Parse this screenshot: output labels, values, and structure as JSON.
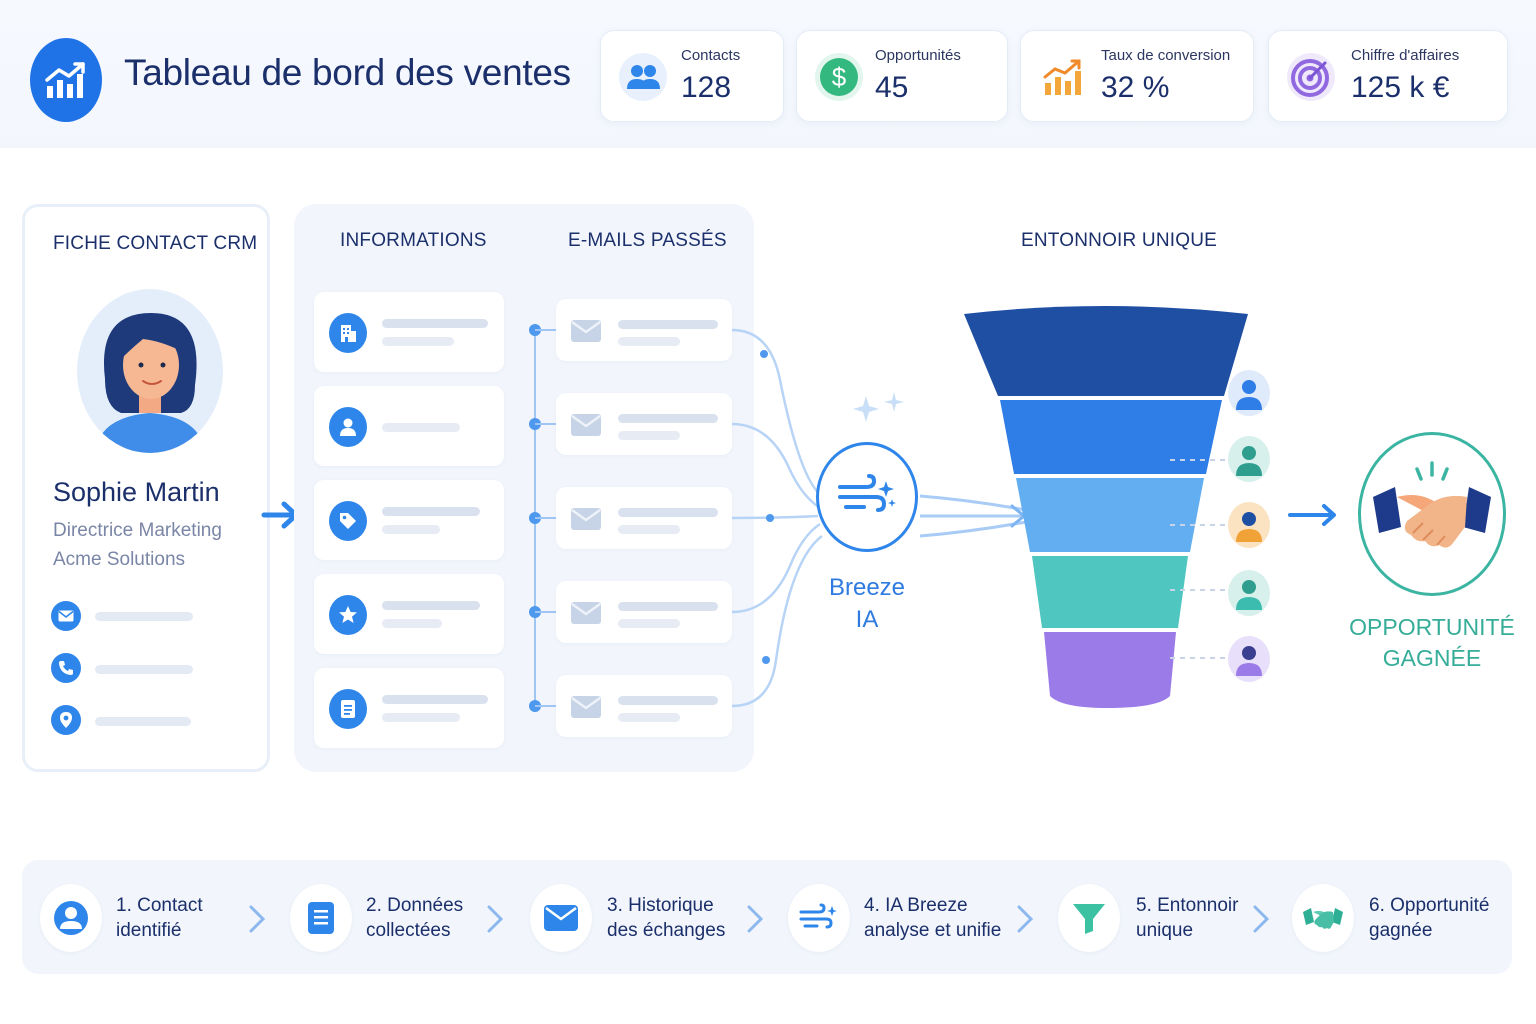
{
  "header": {
    "title": "Tableau de bord des ventes",
    "kpis": [
      {
        "label": "Contacts",
        "value": "128",
        "icon": "users-icon"
      },
      {
        "label": "Opportunités",
        "value": "45",
        "icon": "dollar-icon"
      },
      {
        "label": "Taux de conversion",
        "value": "32 %",
        "icon": "growth-chart-icon"
      },
      {
        "label": "Chiffre d'affaires",
        "value": "125 k €",
        "icon": "target-icon"
      }
    ]
  },
  "contact": {
    "section_title": "FICHE CONTACT CRM",
    "name": "Sophie Martin",
    "role": "Directrice Marketing",
    "company": "Acme Solutions",
    "rows": [
      "envelope-icon",
      "phone-icon",
      "location-pin-icon"
    ]
  },
  "middle": {
    "info_title": "INFORMATIONS",
    "emails_title": "E-MAILS PASSÉS",
    "info_icons": [
      "building-icon",
      "user-icon",
      "tag-icon",
      "star-icon",
      "document-icon"
    ]
  },
  "breeze": {
    "line1": "Breeze",
    "line2": "IA"
  },
  "funnel": {
    "title": "ENTONNOIR UNIQUE",
    "colors": [
      "#1f4fa3",
      "#2f7de6",
      "#62aef0",
      "#4fc6c0",
      "#9b7be8"
    ]
  },
  "opportunity": {
    "label": "OPPORTUNITÉ GAGNÉE",
    "icon": "handshake-icon"
  },
  "steps": [
    {
      "label": "1. Contact\nidentifié",
      "icon": "user-icon"
    },
    {
      "label": "2. Données\ncollectées",
      "icon": "document-icon"
    },
    {
      "label": "3. Historique\ndes échanges",
      "icon": "envelope-icon"
    },
    {
      "label": "4. IA Breeze\nanalyse et unifie",
      "icon": "breeze-icon"
    },
    {
      "label": "5. Entonnoir\nunique",
      "icon": "funnel-icon"
    },
    {
      "label": "6. Opportunité\ngagnée",
      "icon": "handshake-icon"
    }
  ],
  "colors": {
    "primary": "#2f86ea",
    "teal": "#3bb5a2",
    "navy": "#1b2f6b"
  }
}
